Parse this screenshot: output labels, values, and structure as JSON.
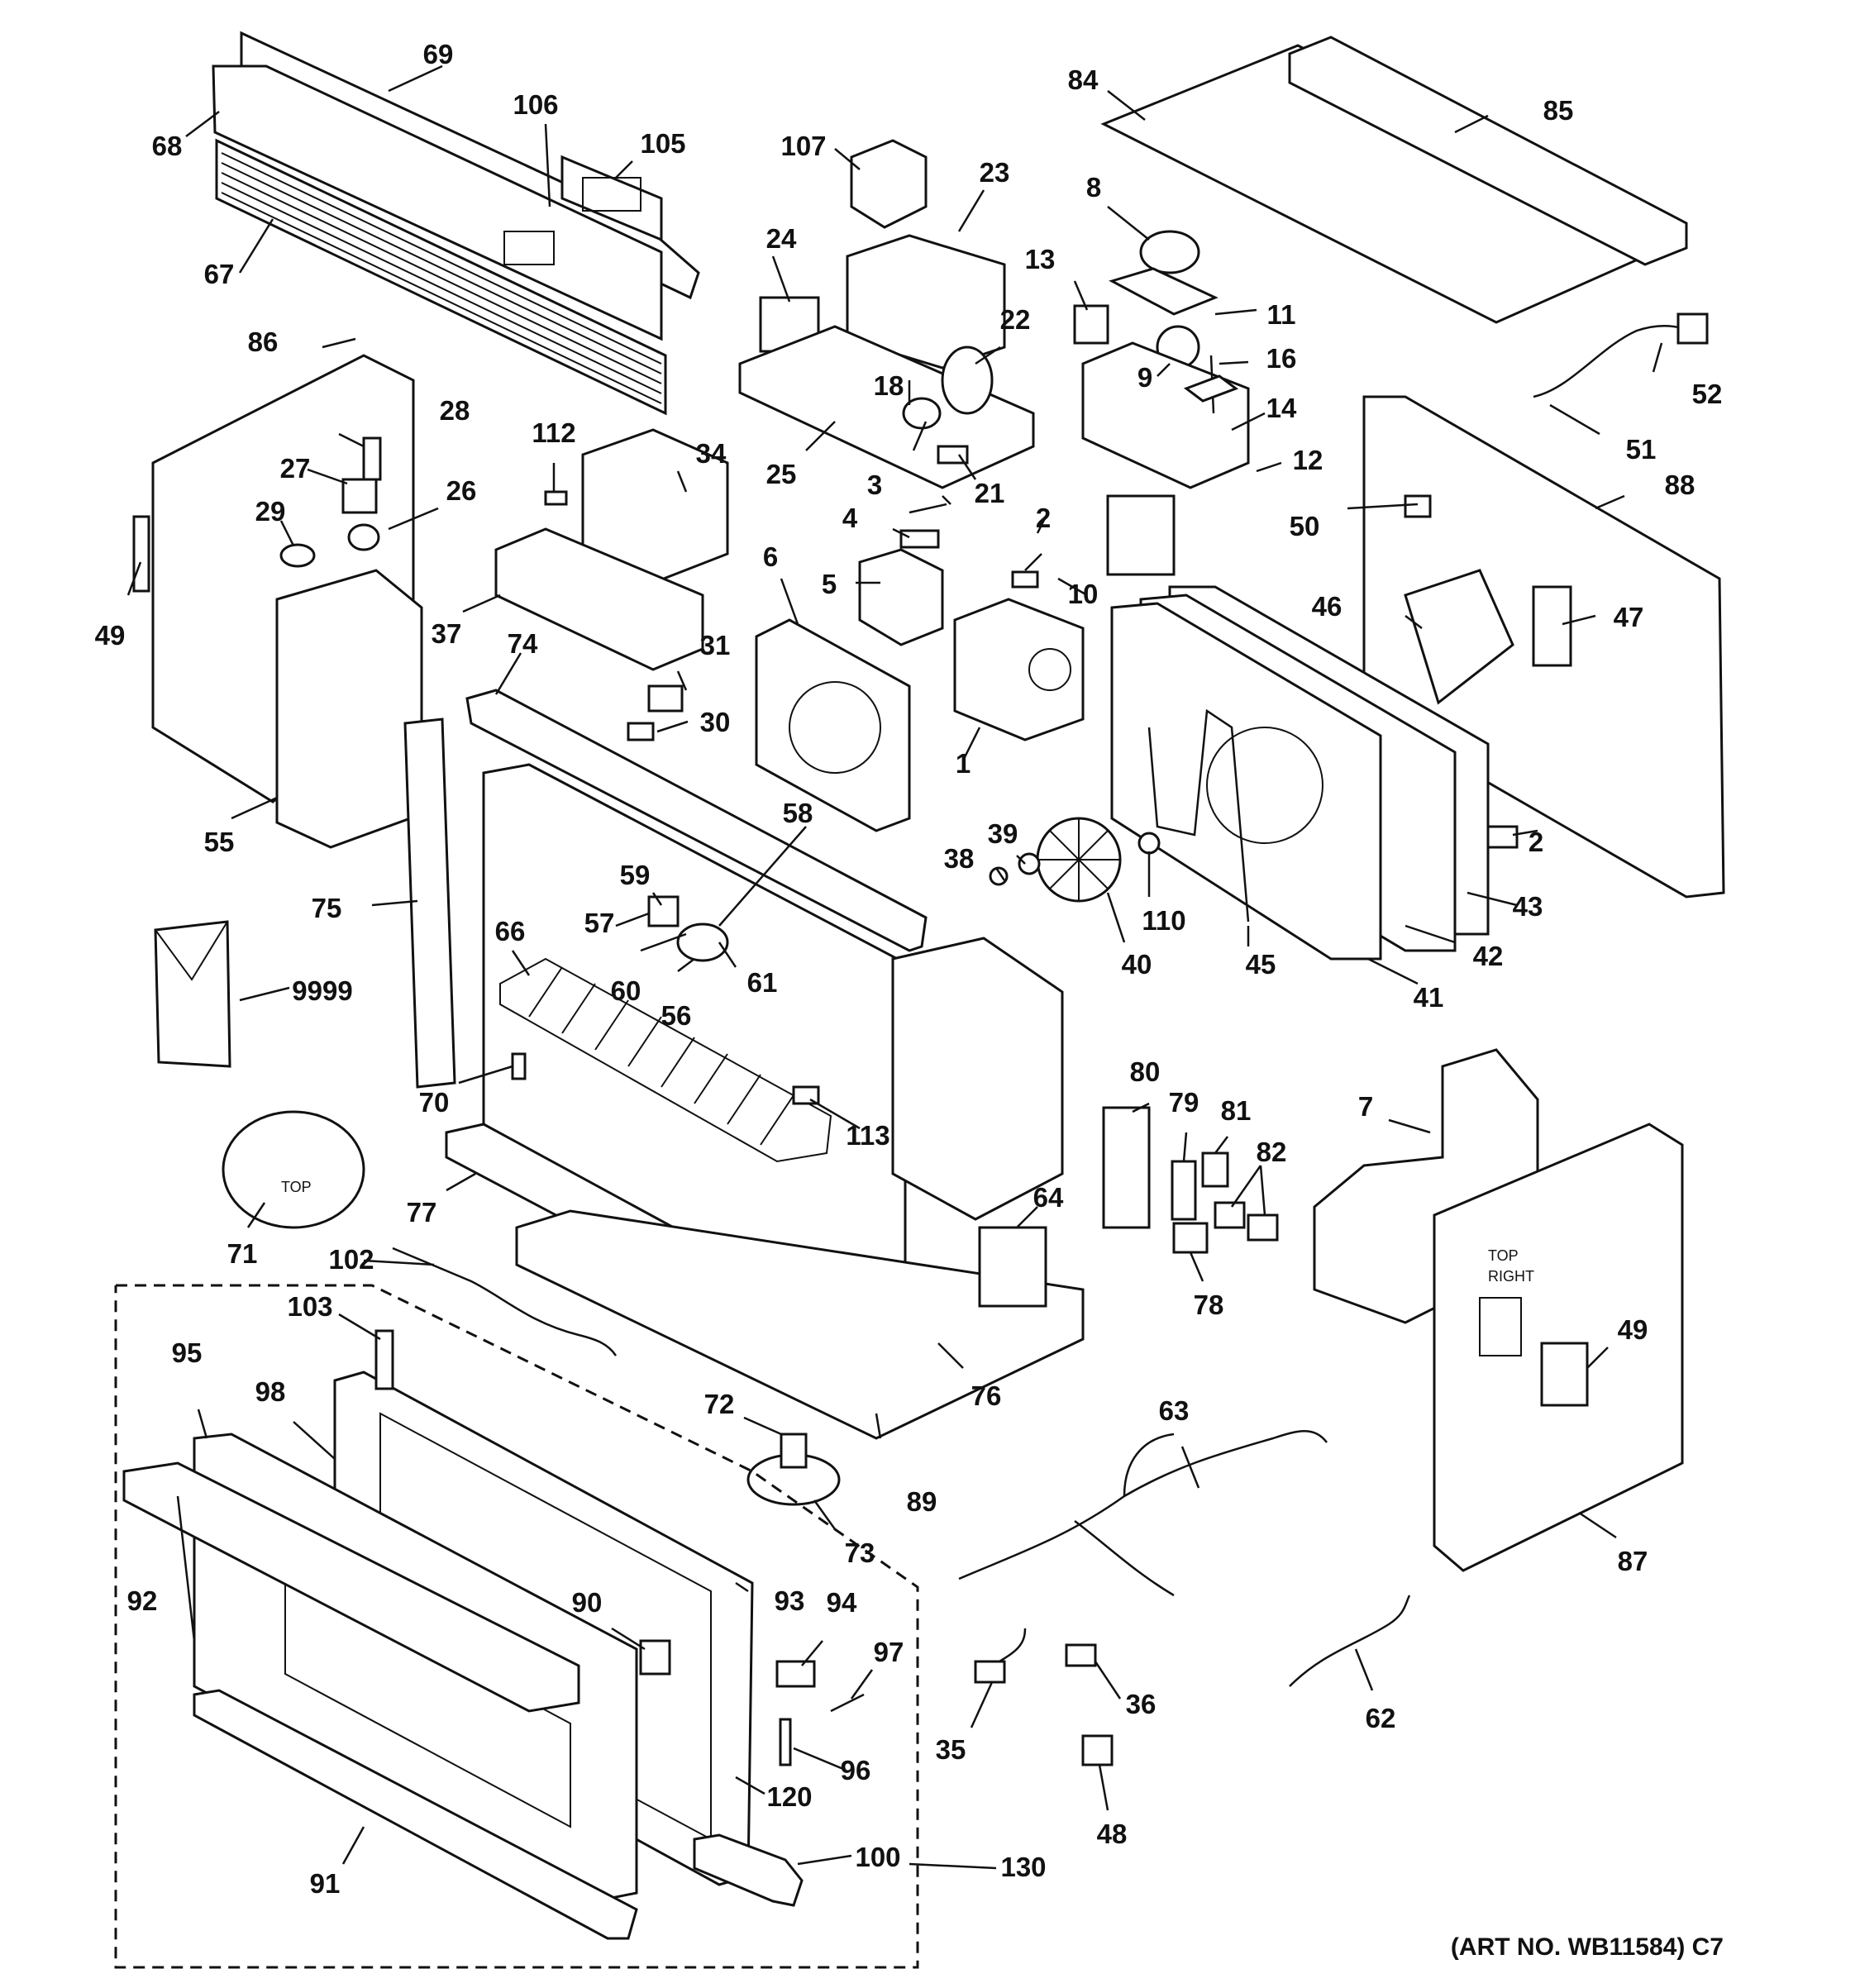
{
  "diagram": {
    "caption": "(ART NO. WB11584) C7",
    "stamp_top": "TOP",
    "stamp_top_right": [
      "TOP",
      "RIGHT"
    ],
    "part_numbers": {
      "p1": "1",
      "p2a": "2",
      "p2b": "2",
      "p3": "3",
      "p4": "4",
      "p5": "5",
      "p6": "6",
      "p7": "7",
      "p8": "8",
      "p9": "9",
      "p10": "10",
      "p11": "11",
      "p12": "12",
      "p13": "13",
      "p14": "14",
      "p16": "16",
      "p18": "18",
      "p21": "21",
      "p22": "22",
      "p23": "23",
      "p24": "24",
      "p25": "25",
      "p26": "26",
      "p27": "27",
      "p28": "28",
      "p29": "29",
      "p30": "30",
      "p31": "31",
      "p34": "34",
      "p35": "35",
      "p36": "36",
      "p37": "37",
      "p38": "38",
      "p39": "39",
      "p40": "40",
      "p41": "41",
      "p42": "42",
      "p43": "43",
      "p45": "45",
      "p46": "46",
      "p47": "47",
      "p48": "48",
      "p49a": "49",
      "p49b": "49",
      "p50": "50",
      "p51": "51",
      "p52": "52",
      "p55": "55",
      "p56": "56",
      "p57": "57",
      "p58": "58",
      "p59": "59",
      "p60": "60",
      "p61": "61",
      "p62": "62",
      "p63": "63",
      "p64": "64",
      "p66": "66",
      "p67": "67",
      "p68": "68",
      "p69": "69",
      "p70": "70",
      "p71": "71",
      "p72": "72",
      "p73": "73",
      "p74": "74",
      "p75": "75",
      "p76": "76",
      "p77": "77",
      "p78": "78",
      "p79": "79",
      "p80": "80",
      "p81": "81",
      "p82": "82",
      "p84": "84",
      "p85": "85",
      "p86": "86",
      "p87": "87",
      "p88": "88",
      "p89": "89",
      "p90": "90",
      "p91": "91",
      "p92": "92",
      "p93": "93",
      "p94": "94",
      "p95": "95",
      "p96": "96",
      "p97": "97",
      "p98": "98",
      "p100": "100",
      "p102": "102",
      "p103": "103",
      "p105": "105",
      "p106": "106",
      "p107": "107",
      "p110": "110",
      "p112": "112",
      "p113": "113",
      "p120": "120",
      "p130": "130",
      "p9999": "9999"
    }
  }
}
